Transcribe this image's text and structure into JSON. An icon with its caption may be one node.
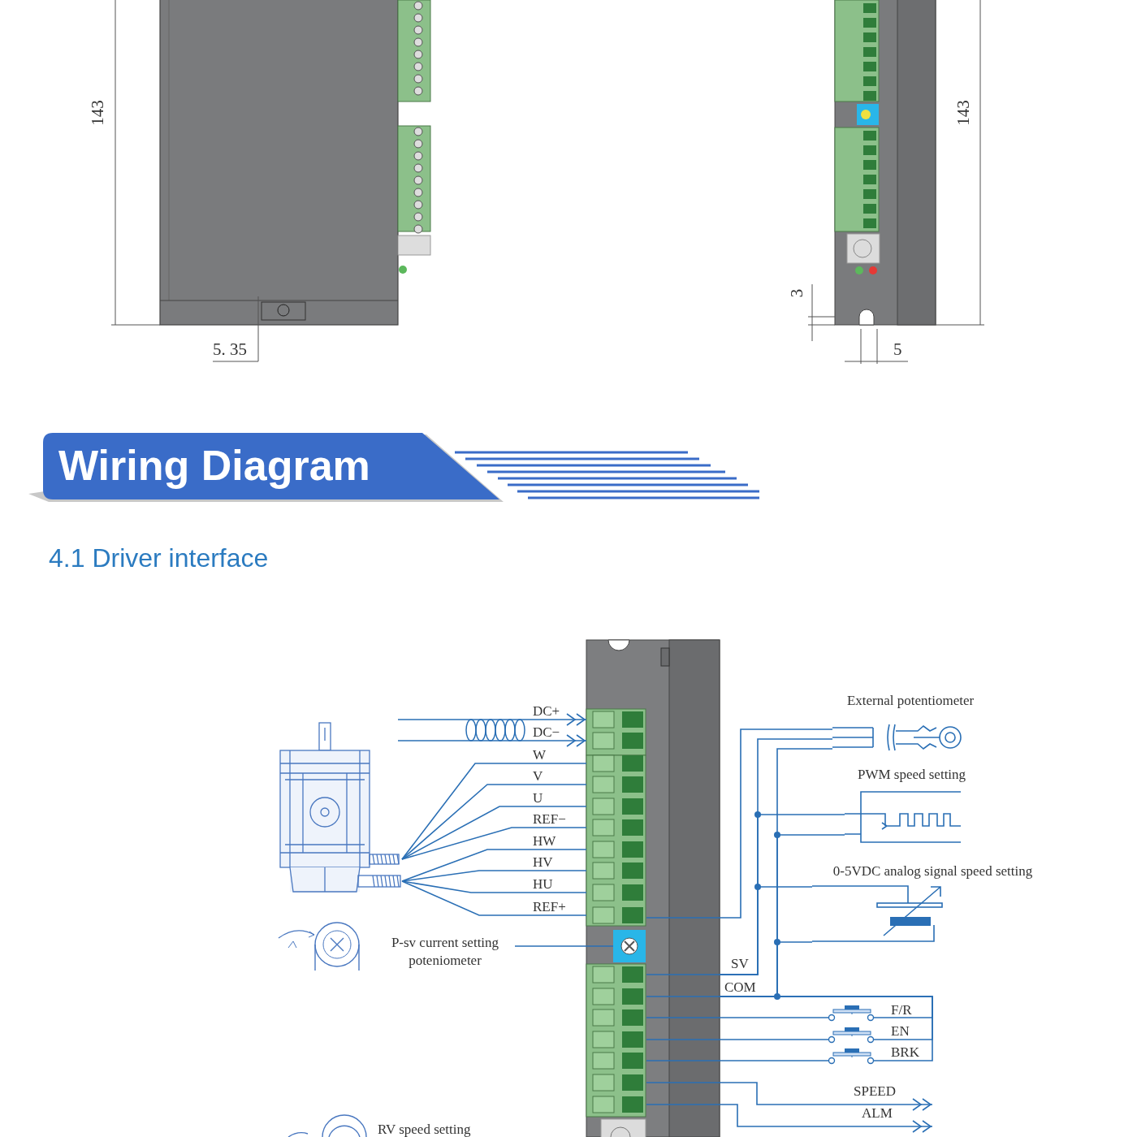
{
  "diagram": {
    "title": "Wiring Diagram",
    "nodes": [
      {
        "text": [],
        "shape": "picture"
      },
      {
        "text": [],
        "shape": "picture"
      },
      {
        "text": [
          "P-sv current setting poteniometer"
        ]
      },
      {
        "text": [],
        "shape": "picture",
        "in": 0
      },
      {
        "text": [
          "External potentiometer"
        ]
      },
      {
        "text": [
          "PWM speed setting"
        ]
      },
      {
        "text": [
          "0-5VDC analog signal speed setting"
        ]
      },
      {
        "text": [],
        "shape": "picture",
        "beside": [
          "F/R"
        ]
      },
      {
        "text": [],
        "shape": "picture",
        "beside": [
          "EN"
        ]
      },
      {
        "text": [],
        "shape": "picture",
        "beside": [
          "BRK"
        ]
      }
    ],
    "edges": [
      {
        "from": null,
        "to": 0,
        "arrow": "to",
        "label": "DC+"
      },
      {
        "from": null,
        "to": 0,
        "arrow": "to",
        "label": "DC−"
      },
      {
        "from": 1,
        "to": 0,
        "arrow": "none",
        "label": "W"
      },
      {
        "from": 1,
        "to": 0,
        "arrow": "none",
        "label": "V"
      },
      {
        "from": 1,
        "to": 0,
        "arrow": "none",
        "label": "U"
      },
      {
        "from": 1,
        "to": 0,
        "arrow": "none",
        "label": "REF−"
      },
      {
        "from": 1,
        "to": 0,
        "arrow": "none",
        "label": "HW"
      },
      {
        "from": 1,
        "to": 0,
        "arrow": "none",
        "label": "HV"
      },
      {
        "from": 1,
        "to": 0,
        "arrow": "none",
        "label": "HU"
      },
      {
        "from": 1,
        "to": 0,
        "arrow": "none",
        "label": "REF+"
      },
      {
        "from": 2,
        "to": 3,
        "arrow": "none"
      },
      {
        "from": 4,
        "to": 0,
        "arrow": "none"
      },
      {
        "from": 4,
        "to": 0,
        "arrow": "none"
      },
      {
        "from": 4,
        "to": 0,
        "arrow": "none"
      },
      {
        "from": 5,
        "to": 0,
        "arrow": "none"
      },
      {
        "from": 5,
        "to": 0,
        "arrow": "none"
      },
      {
        "from": 6,
        "to": 0,
        "arrow": "none"
      },
      {
        "from": 6,
        "to": 0,
        "arrow": "none"
      },
      {
        "from": 7,
        "to": 0,
        "arrow": "none"
      },
      {
        "from": 7,
        "to": 0,
        "arrow": "none"
      },
      {
        "from": 8,
        "to": 0,
        "arrow": "none"
      },
      {
        "from": 8,
        "to": 0,
        "arrow": "none"
      },
      {
        "from": 9,
        "to": 0,
        "arrow": "none"
      },
      {
        "from": 9,
        "to": 0,
        "arrow": "none"
      },
      {
        "from": 0,
        "to": null,
        "arrow": "to",
        "label": "SPEED"
      },
      {
        "from": 0,
        "to": null,
        "arrow": "to",
        "label": "ALM"
      }
    ],
    "labels": [
      "143",
      "143",
      "3",
      "5. 35",
      "5",
      "4.1 Driver interface",
      "SV",
      "COM",
      "RV speed setting"
    ]
  }
}
